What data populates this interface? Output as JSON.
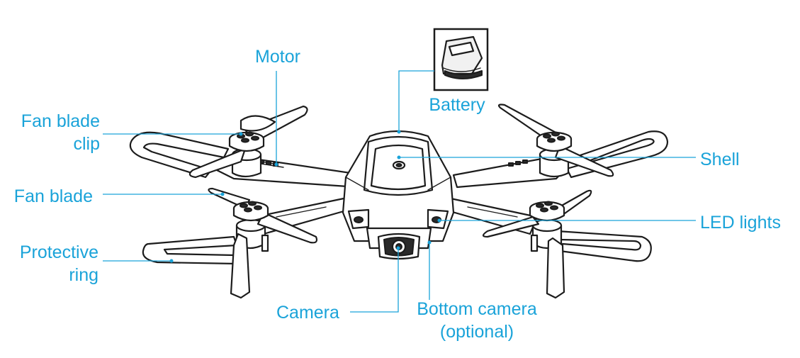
{
  "labels": {
    "motor": "Motor",
    "battery": "Battery",
    "fan_blade_clip_line1": "Fan blade",
    "fan_blade_clip_line2": "clip",
    "shell": "Shell",
    "fan_blade": "Fan blade",
    "led_lights": "LED lights",
    "protective_ring_line1": "Protective",
    "protective_ring_line2": "ring",
    "camera": "Camera",
    "bottom_camera_line1": "Bottom camera",
    "bottom_camera_line2": "(optional)"
  },
  "colors": {
    "label": "#1aa3d9",
    "ink": "#1c1c1c"
  }
}
